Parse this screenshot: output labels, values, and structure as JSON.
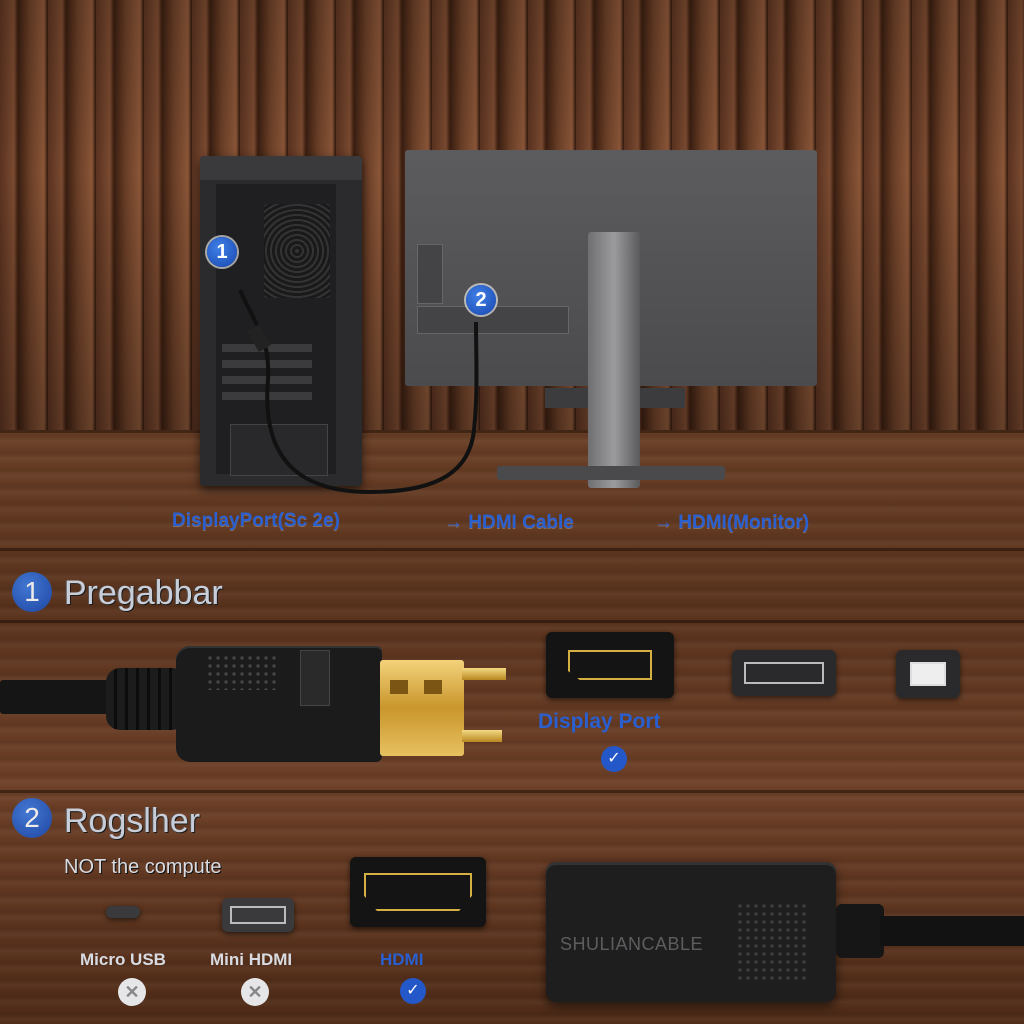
{
  "scene": {
    "pc_badge": "1",
    "monitor_badge": "2"
  },
  "captions": {
    "displayport": "DisplayPort(Sc  2e)",
    "hdmi_cable": "→ HDMI Cable",
    "hdmi_monitor": "→ HDMI(Monitor)"
  },
  "step1": {
    "number": "1",
    "title": "Pregabbar",
    "port_label": "Display Port"
  },
  "step2": {
    "number": "2",
    "title": "Rogslher",
    "subtitle": "NOT the compute",
    "ports": [
      {
        "label": "Micro USB",
        "status": "✕"
      },
      {
        "label": "Mini HDMI",
        "status": "✕"
      },
      {
        "label": "HDMI",
        "status": "✓"
      }
    ]
  },
  "adapter": {
    "brand": "SHULIANCABLE"
  },
  "colors": {
    "accent_blue": "#2a5fd0",
    "gold": "#d4b042"
  }
}
